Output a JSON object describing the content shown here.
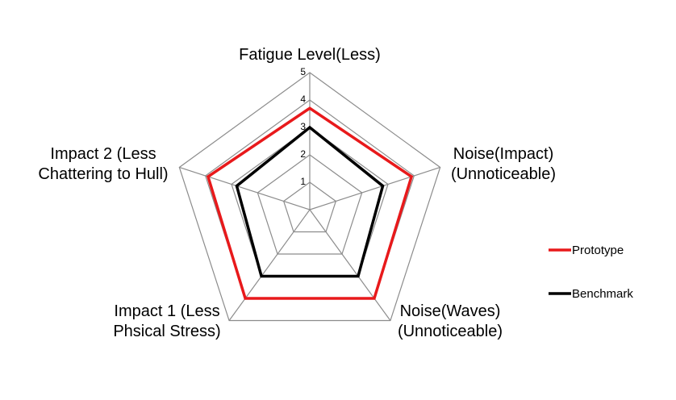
{
  "chart_data": {
    "type": "radar",
    "categories": [
      [
        "Fatigue Level(Less)"
      ],
      [
        "Noise(Impact)",
        "(Unnoticeable)"
      ],
      [
        "Noise(Waves)",
        "(Unnoticeable)"
      ],
      [
        "Impact 1 (Less",
        "Phsical Stress)"
      ],
      [
        "Impact 2 (Less",
        "Chattering to Hull)"
      ]
    ],
    "rlim": [
      0,
      5
    ],
    "ticks": [
      1,
      2,
      3,
      4,
      5
    ],
    "grid": true,
    "legend_position": "right",
    "series": [
      {
        "name": "Prototype",
        "values": [
          3.7,
          3.9,
          4.0,
          4.0,
          3.9
        ],
        "color": "#e8191b"
      },
      {
        "name": "Benchmark",
        "values": [
          3.0,
          2.8,
          3.0,
          3.0,
          2.8
        ],
        "color": "#000000"
      }
    ]
  }
}
